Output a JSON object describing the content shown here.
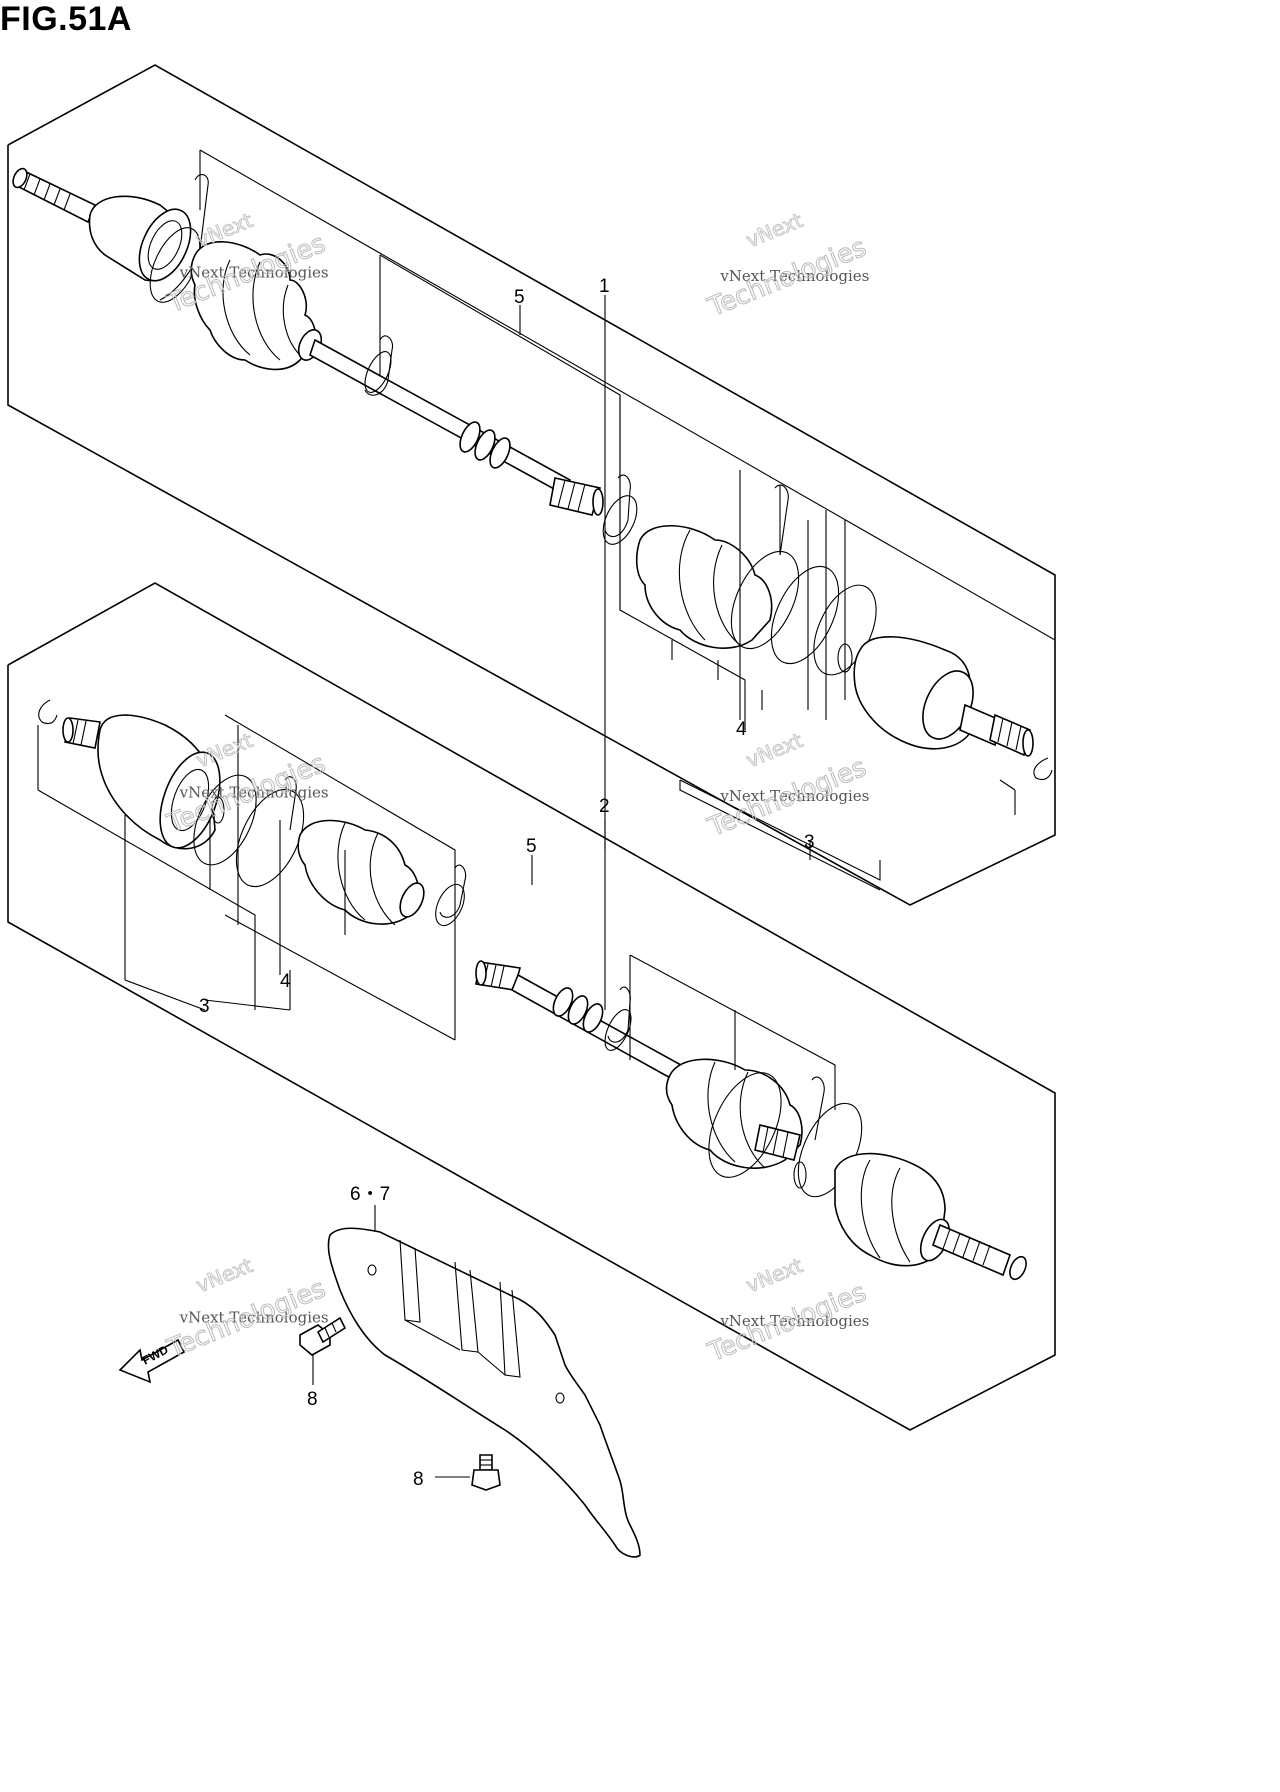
{
  "figure": {
    "title": "FIG.51A"
  },
  "callouts": {
    "c1": "1",
    "c2": "2",
    "c3a": "3",
    "c3b": "3",
    "c4a": "4",
    "c4b": "4",
    "c5a": "5",
    "c5b": "5",
    "c67": "6・7",
    "c8a": "8",
    "c8b": "8"
  },
  "fwd_arrow": {
    "label": "FWD"
  },
  "watermarks": [
    {
      "line1": "vNext",
      "line2": "vNext Technologies",
      "line3": "Technologies"
    },
    {
      "line1": "vNext",
      "line2": "vNext Technologies",
      "line3": "Technologies"
    },
    {
      "line1": "vNext",
      "line2": "vNext Technologies",
      "line3": "Technologies"
    },
    {
      "line1": "vNext",
      "line2": "vNext Technologies",
      "line3": "Technologies"
    },
    {
      "line1": "vNext",
      "line2": "vNext Technologies",
      "line3": "Technologies"
    },
    {
      "line1": "vNext",
      "line2": "vNext Technologies",
      "line3": "Technologies"
    }
  ]
}
